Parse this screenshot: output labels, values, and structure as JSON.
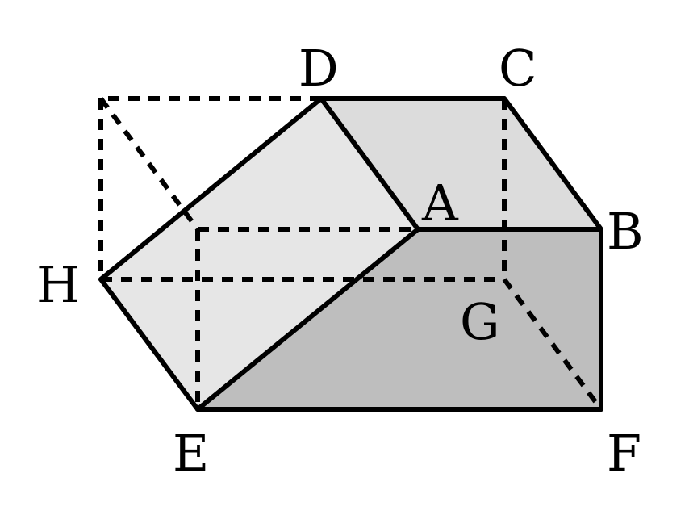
{
  "labels": {
    "D": "D",
    "C": "C",
    "A": "A",
    "B": "B",
    "H": "H",
    "G": "G",
    "E": "E",
    "F": "F"
  },
  "colors": {
    "stroke": "#000000",
    "face_light": "#e6e6e6",
    "face_top": "#dcdcdc",
    "face_dark": "#bebebe",
    "background": "#ffffff"
  }
}
